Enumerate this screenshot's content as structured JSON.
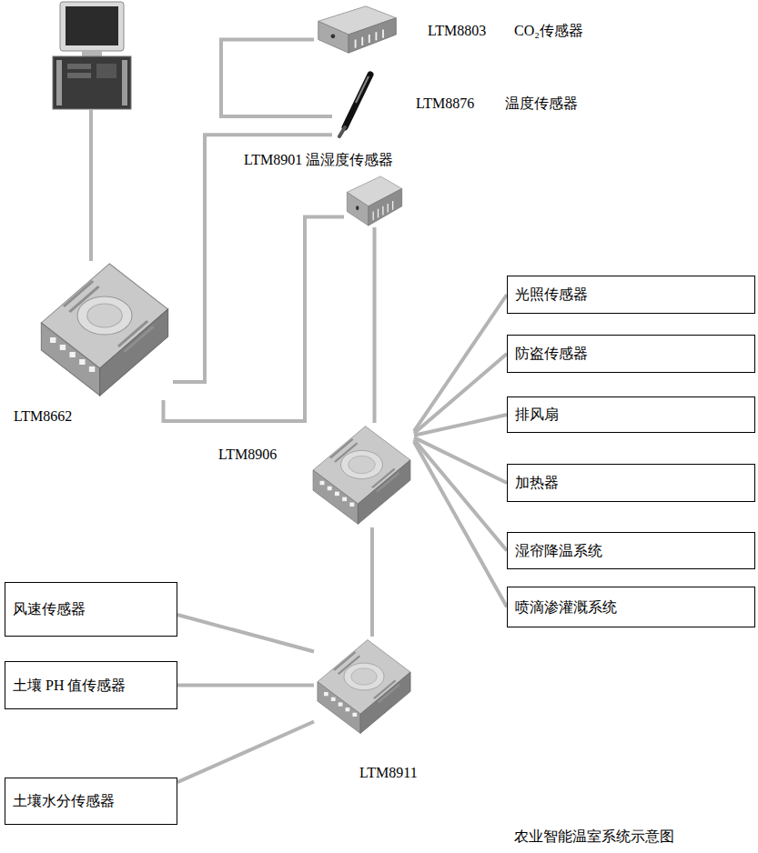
{
  "diagram": {
    "caption": "农业智能温室系统示意图",
    "nodes": [
      {
        "text": [
          "LTM8803",
          "CO₂传感器"
        ]
      },
      {
        "text": [
          "LTM8876",
          "温度传感器"
        ]
      },
      {
        "text": [
          "LTM8901 温湿度传感器"
        ]
      },
      {
        "text": [
          "光照传感器"
        ]
      },
      {
        "text": [
          "LTM8662"
        ]
      },
      {
        "text": [
          "防盗传感器"
        ]
      },
      {
        "text": [
          "排风扇"
        ]
      },
      {
        "text": [
          "LTM8906"
        ]
      },
      {
        "text": [
          "加热器"
        ]
      },
      {
        "text": [
          "风速传感器"
        ]
      },
      {
        "text": [
          "湿帘降温系统"
        ]
      },
      {
        "text": [
          "喷滴渗灌溉系统"
        ]
      },
      {
        "text": [
          "土壤 PH 值传感器"
        ]
      },
      {
        "text": [
          "LTM8911"
        ]
      },
      {
        "text": [
          "土壤水分传感器"
        ]
      }
    ],
    "edges": [
      {
        "from": 0,
        "to": 1,
        "arrow": "none"
      },
      {
        "from": 4,
        "to": 1,
        "arrow": "none"
      },
      {
        "from": 4,
        "to": 2,
        "arrow": "none"
      },
      {
        "from": 2,
        "to": 7,
        "arrow": "none"
      },
      {
        "from": 7,
        "to": 3,
        "arrow": "none"
      },
      {
        "from": 7,
        "to": 5,
        "arrow": "none"
      },
      {
        "from": 7,
        "to": 6,
        "arrow": "none"
      },
      {
        "from": 7,
        "to": 8,
        "arrow": "none"
      },
      {
        "from": 7,
        "to": 10,
        "arrow": "none"
      },
      {
        "from": 7,
        "to": 11,
        "arrow": "none"
      },
      {
        "from": 7,
        "to": 13,
        "arrow": "none"
      },
      {
        "from": 13,
        "to": 9,
        "arrow": "none"
      },
      {
        "from": 13,
        "to": 12,
        "arrow": "none"
      },
      {
        "from": 13,
        "to": 14,
        "arrow": "none"
      }
    ]
  }
}
